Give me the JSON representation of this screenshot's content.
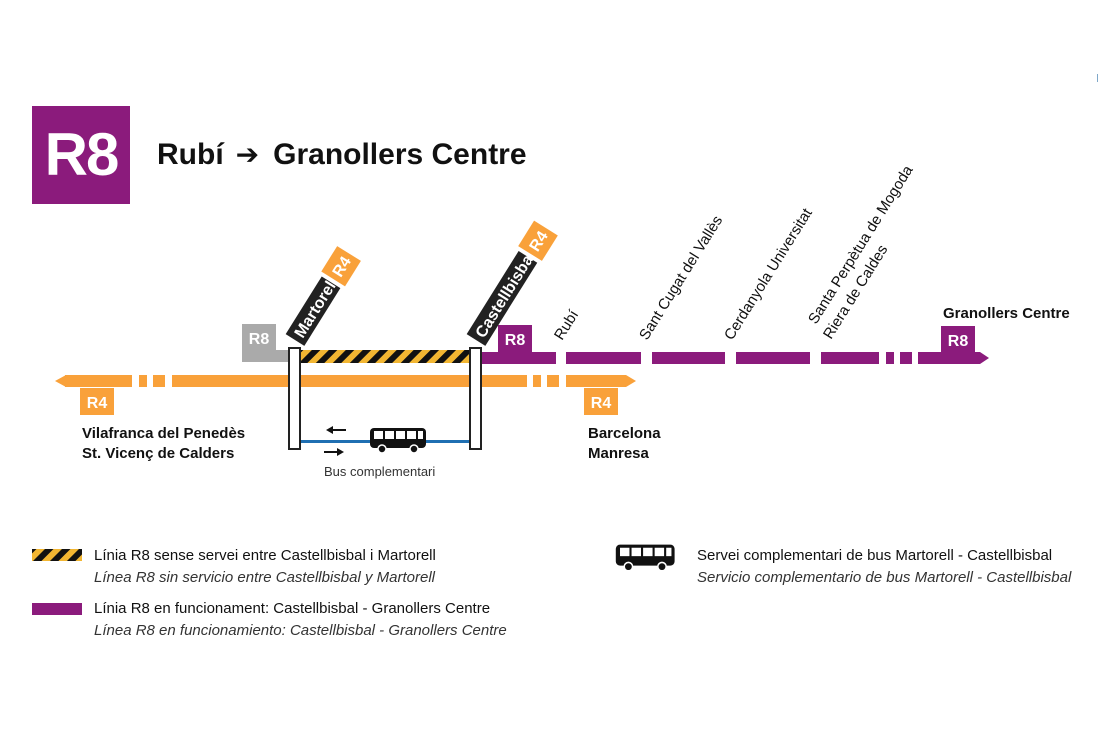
{
  "header": {
    "line": "R8",
    "from": "Rubí",
    "to": "Granollers Centre"
  },
  "stations": {
    "martorell": "Martorell",
    "castellbisbal": "Castellbisbal",
    "rubi": "Rubí",
    "sant_cugat": "Sant Cugat del Vallès",
    "cerdanyola": "Cerdanyola Universitat",
    "santa_perpetua_1": "Santa Perpètua de Mogoda",
    "santa_perpetua_2": "Riera de Caldes",
    "granollers": "Granollers Centre"
  },
  "badges": {
    "r8": "R8",
    "r4": "R4"
  },
  "destinations": {
    "west_1": "Vilafranca del Penedès",
    "west_2": "St. Vicenç de Calders",
    "east_1": "Barcelona",
    "east_2": "Manresa"
  },
  "bus_label": "Bus complementari",
  "legend": {
    "no_service_ca": "Línia R8 sense servei entre Castellbisbal i Martorell",
    "no_service_es": "Línea R8 sin servicio entre Castellbisbal y Martorell",
    "in_service_ca": "Línia R8 en funcionament: Castellbisbal - Granollers Centre",
    "in_service_es": "Línea R8 en funcionamiento: Castellbisbal - Granollers Centre",
    "bus_ca": "Servei complementari de bus Martorell - Castellbisbal",
    "bus_es": "Servicio complementario de bus Martorell - Castellbisbal"
  },
  "colors": {
    "r8": "#8b1b7c",
    "r4": "#f9a13a",
    "inactive": "#aaaaaa",
    "bus": "#1f6fb2",
    "hatch": "#f2b632"
  }
}
